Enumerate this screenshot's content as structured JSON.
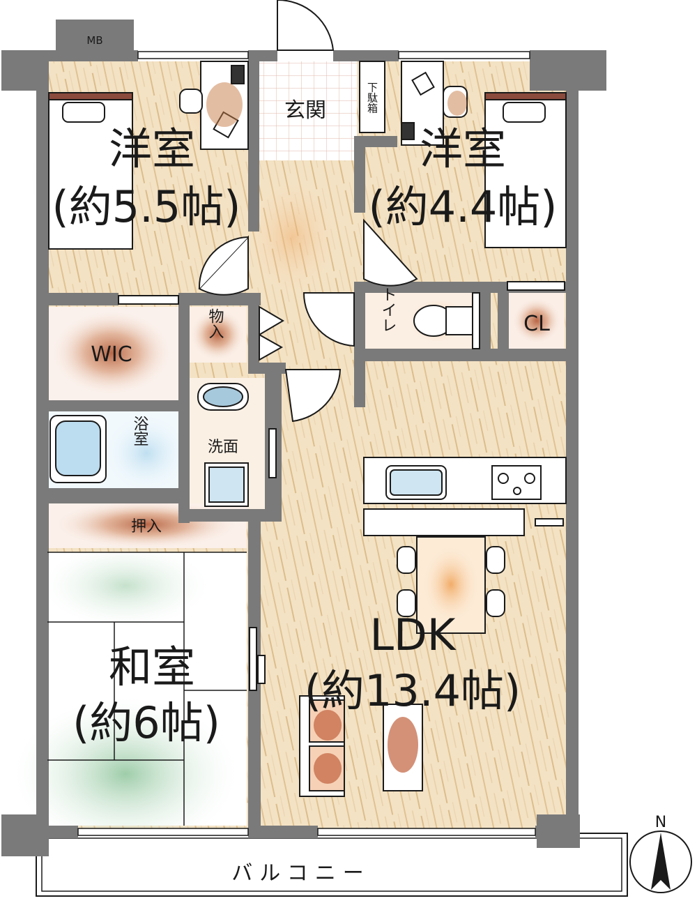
{
  "rooms": {
    "western_1": {
      "name": "洋室",
      "size": "(約5.5帖)"
    },
    "western_2": {
      "name": "洋室",
      "size": "(約4.4帖)"
    },
    "japanese": {
      "name": "和室",
      "size": "(約6帖)"
    },
    "ldk": {
      "name": "LDK",
      "size": "(約13.4帖)"
    },
    "entrance": "玄関",
    "shoe_box": "下駄箱",
    "wic": "WIC",
    "storage": "物入",
    "toilet": "トイレ",
    "closet": "CL",
    "washroom": "洗面",
    "bath": "浴室",
    "oshiire": "押入",
    "balcony": "バルコニー",
    "meter_box": "MB"
  },
  "compass": {
    "label": "N"
  },
  "colors": {
    "wall": "#7a7a7a",
    "floor": "#f1dfbf",
    "grain": "#e3c594",
    "tatami": "#ffffff",
    "tile": "#ffffff",
    "accent_red": "#b5523a",
    "accent_green": "#5da06c"
  }
}
